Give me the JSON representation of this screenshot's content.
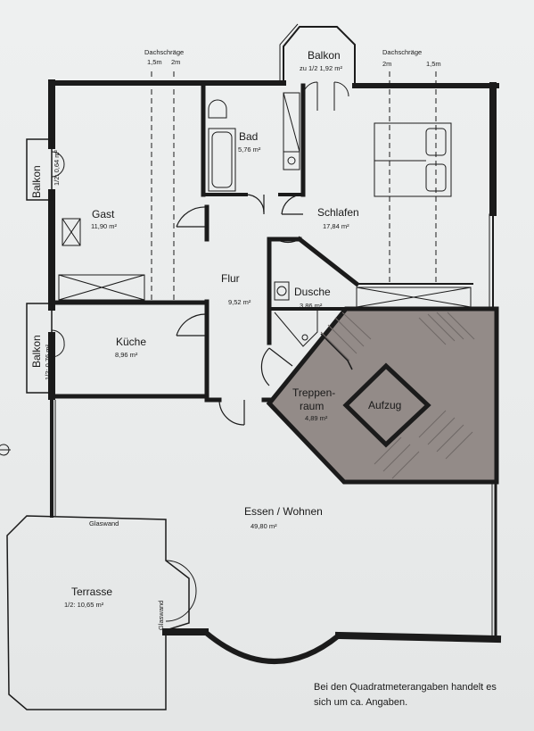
{
  "rooms": {
    "balkon_top": {
      "name": "Balkon",
      "area": "zu 1/2 1,92 m²"
    },
    "bad": {
      "name": "Bad",
      "area": "5,76 m²"
    },
    "gast": {
      "name": "Gast",
      "area": "11,90 m²"
    },
    "schlafen": {
      "name": "Schlafen",
      "area": "17,84 m²"
    },
    "flur": {
      "name": "Flur",
      "area": "9,52 m²"
    },
    "dusche": {
      "name": "Dusche",
      "area": "3,86 m²"
    },
    "kueche": {
      "name": "Küche",
      "area": "8,96 m²"
    },
    "balkon_left_top": {
      "name": "Balkon",
      "area": "1/2: 0,64 m²"
    },
    "balkon_left_bottom": {
      "name": "Balkon",
      "area": "1/2: 0,76 m²"
    },
    "treppenraum": {
      "name_line1": "Treppen-",
      "name_line2": "raum",
      "area": "4,89 m²"
    },
    "aufzug": {
      "name": "Aufzug"
    },
    "essen": {
      "name": "Essen / Wohnen",
      "area": "49,80 m²"
    },
    "terrasse": {
      "name": "Terrasse",
      "area": "1/2: 10,65 m²"
    }
  },
  "annotations": {
    "dachschraege_left": {
      "title": "Dachschräge",
      "a": "1,5m",
      "b": "2m"
    },
    "dachschraege_right": {
      "title": "Dachschräge",
      "a": "2m",
      "b": "1,5m"
    },
    "glaswand_top": "Glaswand",
    "glaswand_side": "Glaswand"
  },
  "footnote": {
    "line1": "Bei den Quadratmeterangaben handelt es",
    "line2": "sich um ca. Angaben."
  },
  "colors": {
    "wall": "#1b1b1b",
    "stair_fill": "#938b88",
    "background": "#eceeee"
  }
}
